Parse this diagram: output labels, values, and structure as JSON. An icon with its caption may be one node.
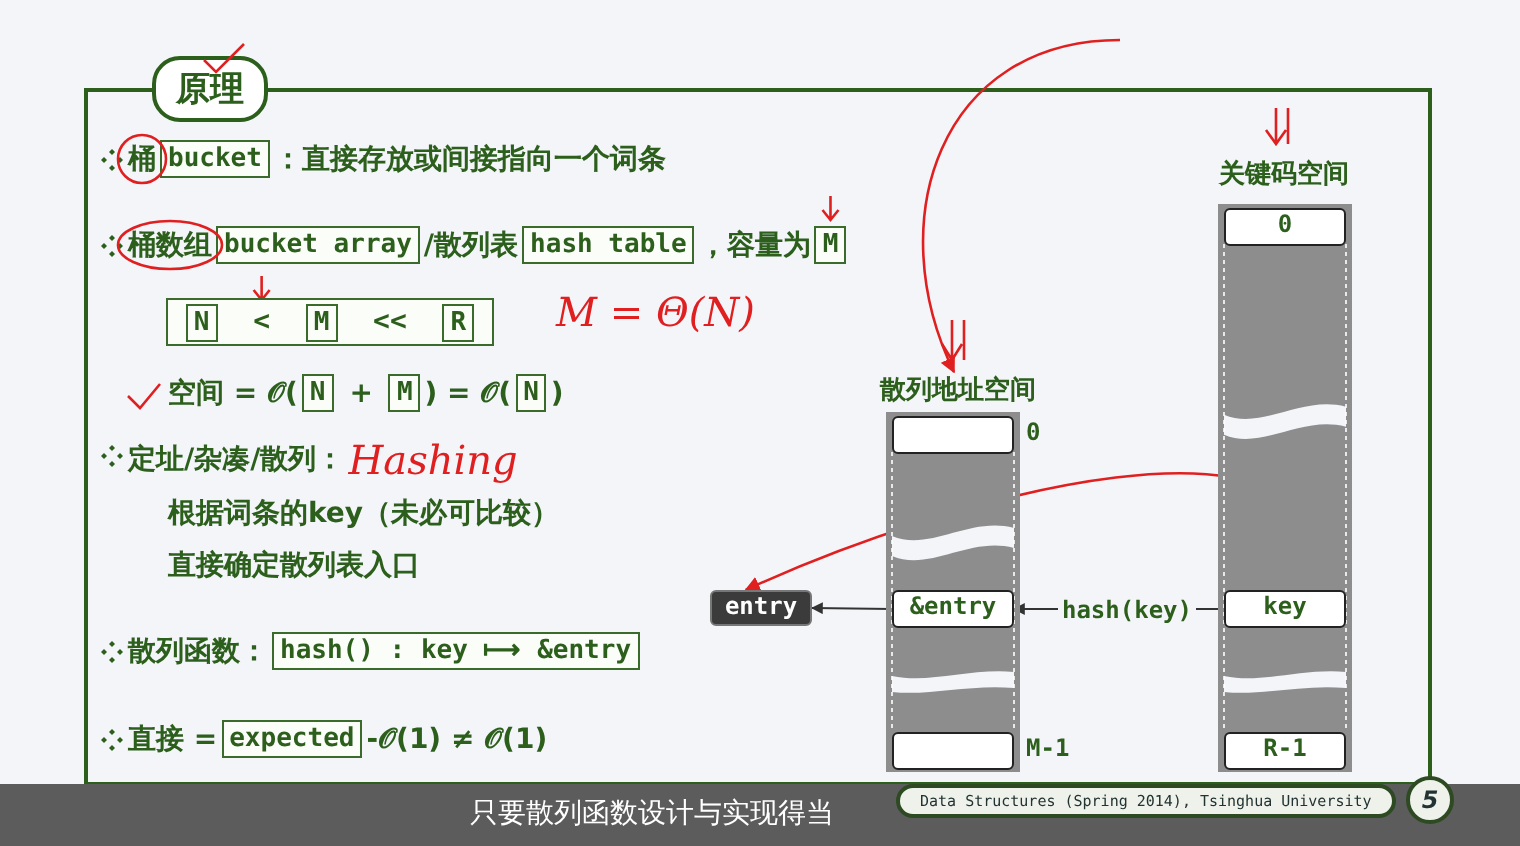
{
  "diagram": {
    "title": "原理",
    "caption": "只要散列函数设计与实现得当",
    "nodes": [
      {
        "text": [
          "关键码空间"
        ]
      },
      {
        "text": [
          "0"
        ],
        "in": 0
      },
      {
        "text": [
          "key"
        ],
        "in": 0
      },
      {
        "text": [
          "R-1"
        ],
        "in": 0
      },
      {
        "text": [
          "散列地址空间"
        ]
      },
      {
        "text": [],
        "shape": "box",
        "in": 4,
        "beside": [
          "0"
        ]
      },
      {
        "text": [
          "&entry"
        ],
        "in": 4
      },
      {
        "text": [],
        "shape": "box",
        "in": 4,
        "beside": [
          "M-1"
        ]
      },
      {
        "text": [
          "entry"
        ]
      },
      {
        "text": [
          "N",
          "<",
          "M",
          "<<",
          "R"
        ]
      }
    ],
    "edges": [
      {
        "from": 2,
        "to": 6,
        "arrow": "to",
        "label": "hash(key)"
      },
      {
        "from": 6,
        "to": 8,
        "arrow": "to"
      },
      {
        "from": 2,
        "to": 8,
        "arrow": "to",
        "color": "#e02020"
      },
      {
        "from": null,
        "to": 4,
        "arrow": "to",
        "color": "#e02020"
      }
    ],
    "labels": [
      "桶",
      "bucket",
      "：直接存放或间接指向一个词条",
      "桶数组",
      "bucket array",
      "/散列表",
      "hash table",
      "，容量为",
      "M",
      "M = Θ(N)",
      "空间 = 𝒪(",
      "N",
      "+",
      "M",
      ") = 𝒪(",
      "N",
      ")",
      "定址/杂凑/散列：",
      "Hashing",
      "根据词条的key（未必可比较）",
      "直接确定散列表入口",
      "散列函数：",
      "hash() : key ⟼ &entry",
      "直接 =",
      "expected",
      "-𝒪(1) ≠ 𝒪(1)",
      "Data Structures (Spring 2014), Tsinghua University",
      "5"
    ]
  }
}
